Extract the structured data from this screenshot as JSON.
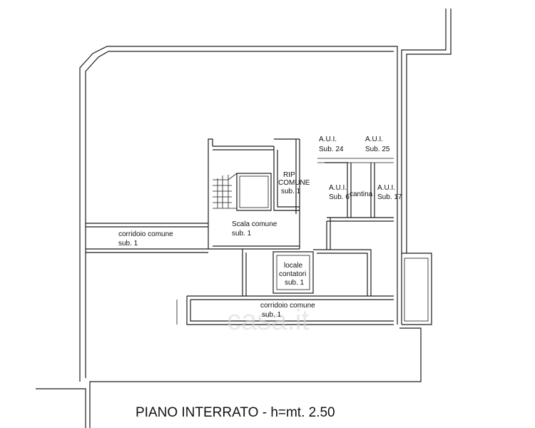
{
  "title": "PIANO INTERRATO - h=mt. 2.50",
  "watermark": "casa.it",
  "rooms": [
    {
      "name": "A.U.I.",
      "sub": "Sub. 24"
    },
    {
      "name": "A.U.I.",
      "sub": "Sub. 25"
    },
    {
      "name": "RIP",
      "name2": "COMUNE",
      "sub": "sub. 1"
    },
    {
      "name": "A.U.I.",
      "sub": "Sub. 6"
    },
    {
      "name": "cantina"
    },
    {
      "name": "A.U.I.",
      "sub": "Sub. 17"
    },
    {
      "name": "corridoio comune",
      "sub": "sub. 1"
    },
    {
      "name": "Scala comune",
      "sub": "sub. 1"
    },
    {
      "name": "locale",
      "name2": "contatori",
      "sub": "sub. 1"
    },
    {
      "name": "corridoio comune",
      "sub": "sub. 1"
    }
  ]
}
